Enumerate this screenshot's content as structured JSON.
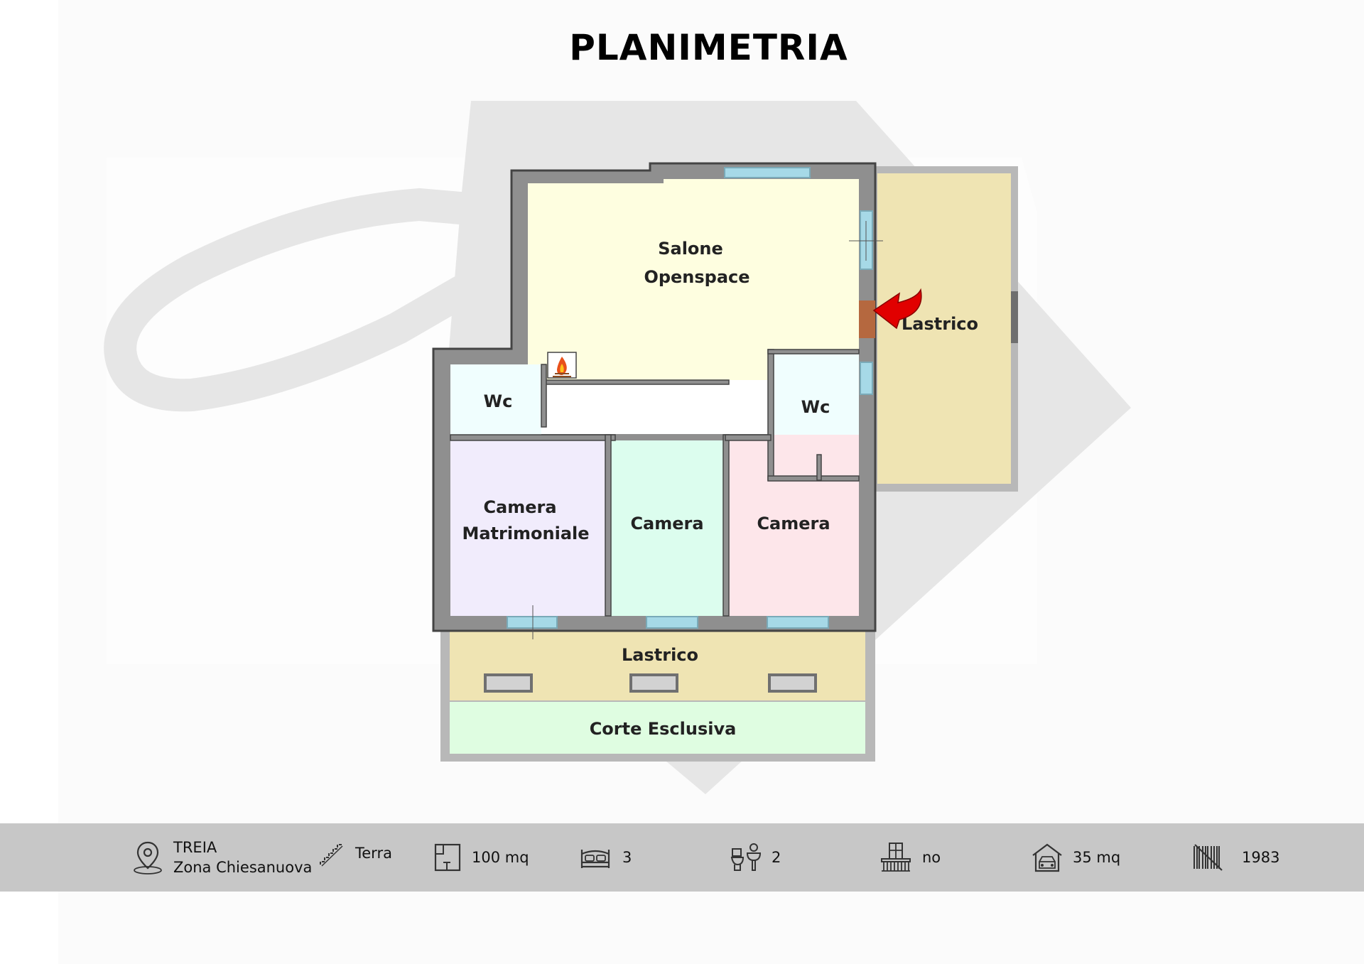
{
  "title": "PLANIMETRIA",
  "rooms": {
    "salone_line1": "Salone",
    "salone_line2": "Openspace",
    "wc_left": "Wc",
    "wc_right": "Wc",
    "camera_matrimoniale_line1": "Camera",
    "camera_matrimoniale_line2": "Matrimoniale",
    "camera_center": "Camera",
    "camera_right": "Camera",
    "lastrico_east": "Lastrico",
    "lastrico_south": "Lastrico",
    "corte": "Corte Esclusiva"
  },
  "icons": {
    "fireplace": "fireplace-icon",
    "entrance": "entrance-arrow-icon"
  },
  "colors": {
    "wall": "#8f8f8f",
    "salone": "#fefee0",
    "wc": "#f0fefe",
    "camera_matrimoniale": "#f1ecfc",
    "camera_center": "#dcfdee",
    "camera_right": "#fde6ea",
    "lastrico": "#efe4b3",
    "corte": "#dffde1",
    "window": "#a6d9e7",
    "door": "#b5683f",
    "arrow": "#e10000",
    "info_bar": "#c7c7c7"
  },
  "info": {
    "location_city": "TREIA",
    "location_zone": "Zona Chiesanuova",
    "floor": "Terra",
    "area": "100 mq",
    "bedrooms": "3",
    "bathrooms": "2",
    "balcony": "no",
    "garage": "35 mq",
    "year": "1983"
  }
}
